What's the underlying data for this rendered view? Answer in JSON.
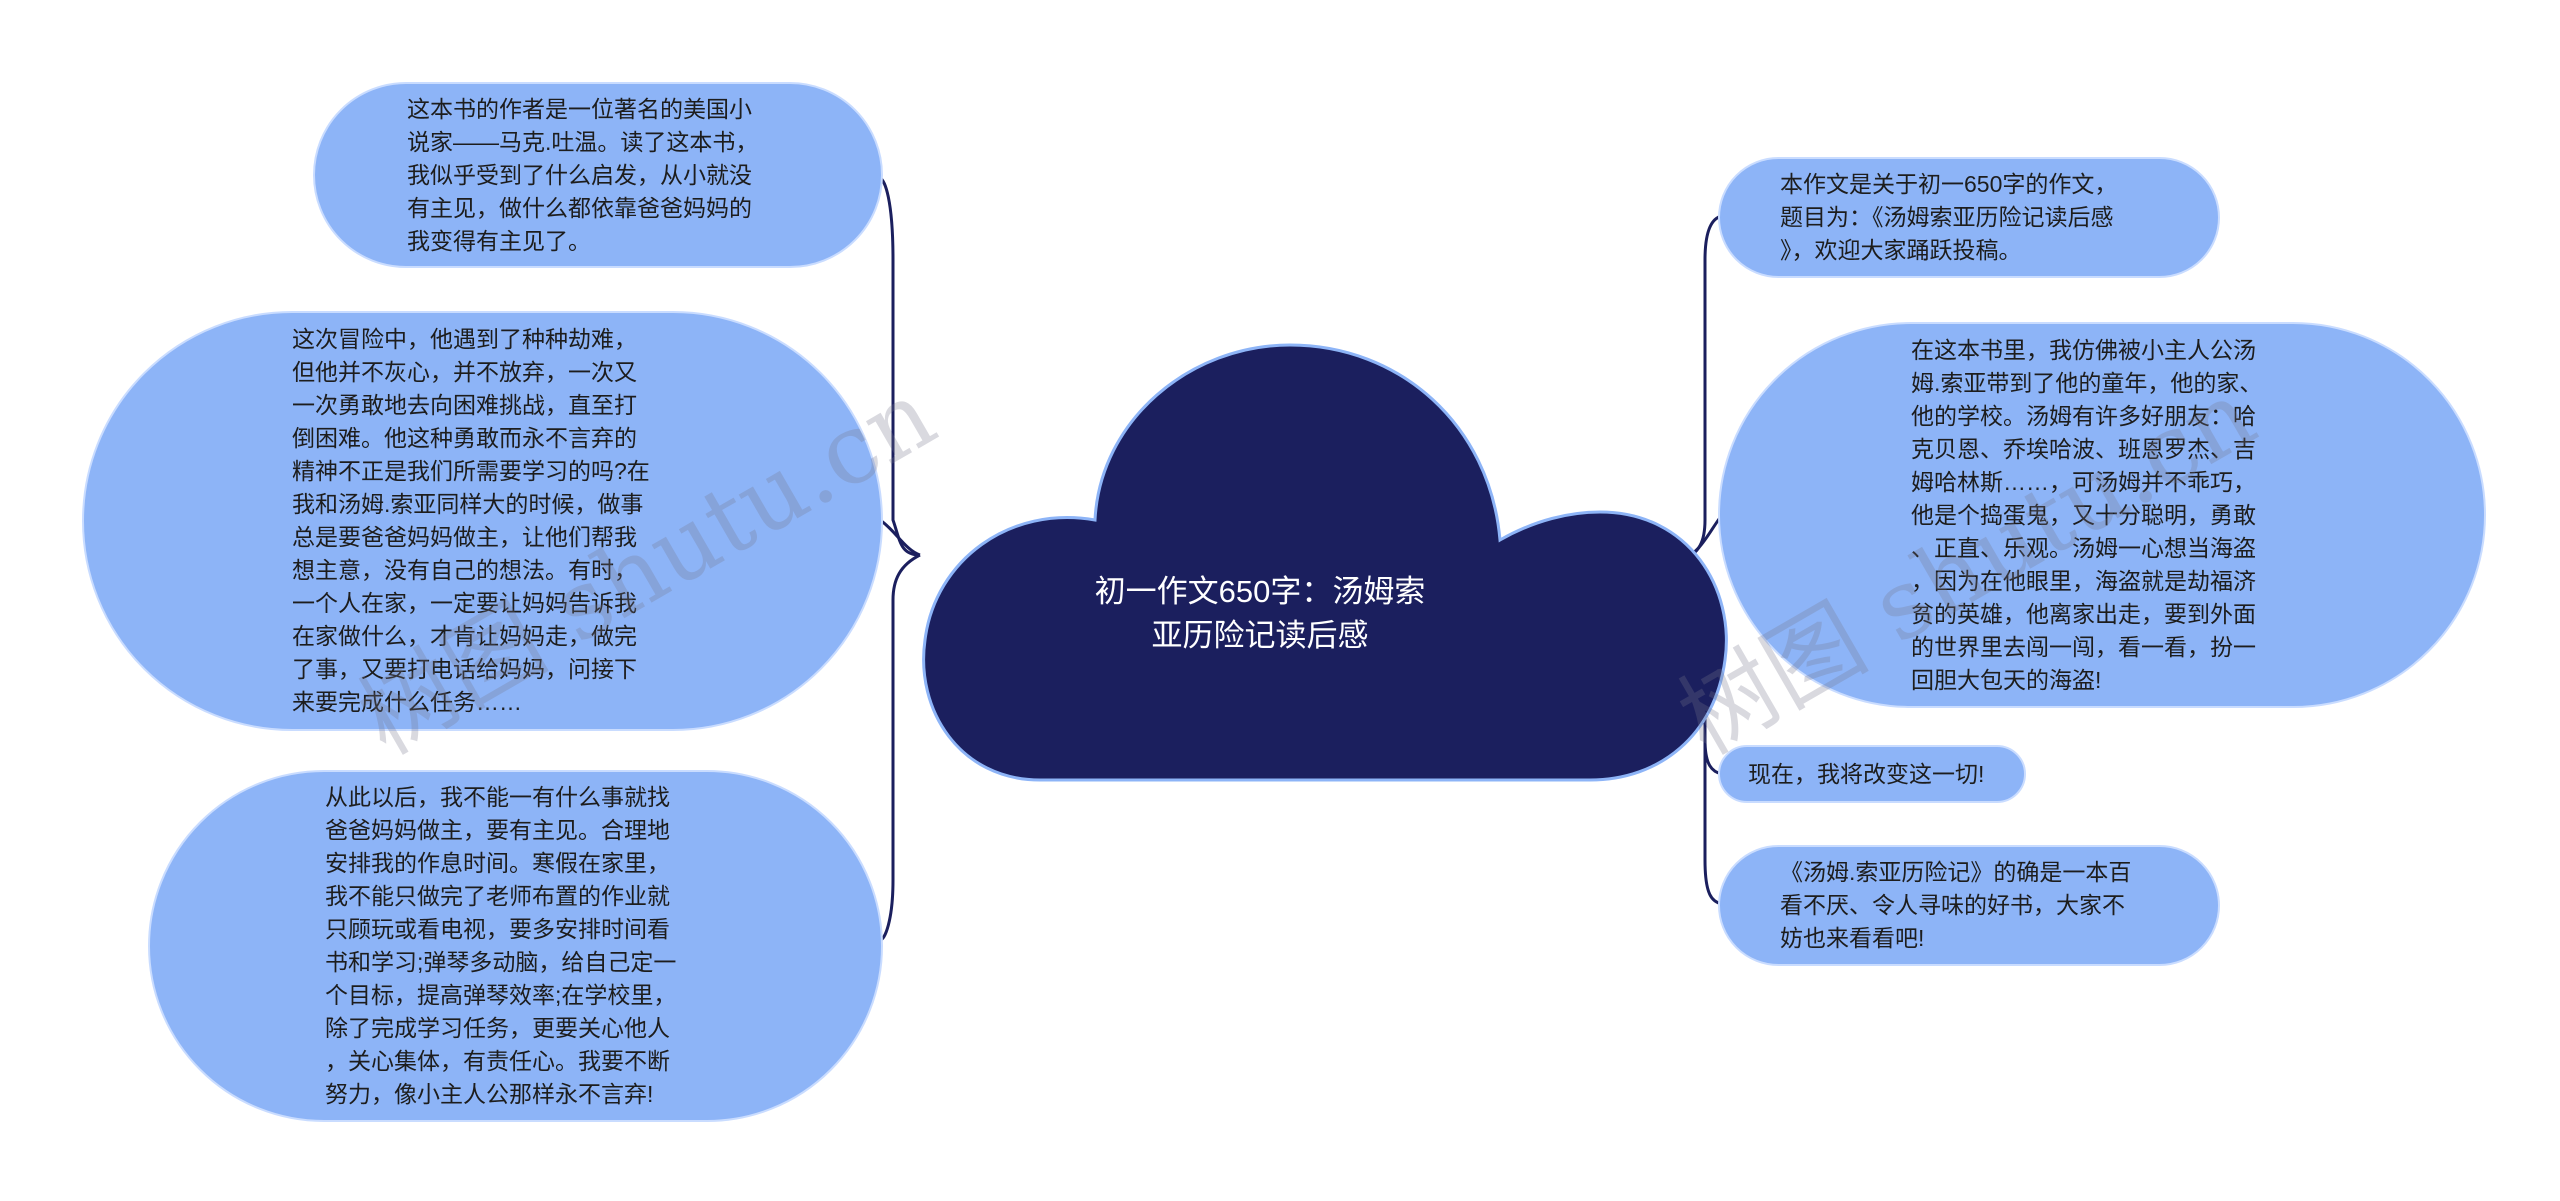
{
  "center": {
    "title": "初一作文650字：汤姆索\n亚历险记读后感",
    "fill": "#1b1f5e"
  },
  "colors": {
    "node_fill": "#8db4f7",
    "link": "#1b1f5e"
  },
  "left_nodes": [
    {
      "text": "这本书的作者是一位著名的美国小\n说家——马克.吐温。读了这本书，\n我似乎受到了什么启发，从小就没\n有主见，做什么都依靠爸爸妈妈的\n我变得有主见了。"
    },
    {
      "text": "这次冒险中，他遇到了种种劫难，\n但他并不灰心，并不放弃，一次又\n一次勇敢地去向困难挑战，直至打\n倒困难。他这种勇敢而永不言弃的\n精神不正是我们所需要学习的吗?在\n我和汤姆.索亚同样大的时候，做事\n总是要爸爸妈妈做主，让他们帮我\n想主意，没有自己的想法。有时，\n一个人在家，一定要让妈妈告诉我\n在家做什么，才肯让妈妈走，做完\n了事，又要打电话给妈妈，问接下\n来要完成什么任务……"
    },
    {
      "text": "从此以后，我不能一有什么事就找\n爸爸妈妈做主，要有主见。合理地\n安排我的作息时间。寒假在家里，\n我不能只做完了老师布置的作业就\n只顾玩或看电视，要多安排时间看\n书和学习;弹琴多动脑，给自己定一\n个目标，提高弹琴效率;在学校里，\n除了完成学习任务，更要关心他人\n，关心集体，有责任心。我要不断\n努力，像小主人公那样永不言弃!"
    }
  ],
  "right_nodes": [
    {
      "text": "本作文是关于初一650字的作文，\n题目为：《汤姆索亚历险记读后感\n》，欢迎大家踊跃投稿。"
    },
    {
      "text": "在这本书里，我仿佛被小主人公汤\n姆.索亚带到了他的童年，他的家、\n他的学校。汤姆有许多好朋友：哈\n克贝恩、乔埃哈波、班恩罗杰、吉\n姆哈林斯……，可汤姆并不乖巧，\n他是个捣蛋鬼，又十分聪明，勇敢\n、正直、乐观。汤姆一心想当海盗\n，因为在他眼里，海盗就是劫福济\n贫的英雄，他离家出走，要到外面\n的世界里去闯一闯，看一看，扮一\n回胆大包天的海盗!"
    },
    {
      "text": "现在，我将改变这一切!"
    },
    {
      "text": "《汤姆.索亚历险记》的确是一本百\n看不厌、令人寻味的好书，大家不\n妨也来看看吧!"
    }
  ],
  "watermarks": [
    {
      "text": "树图 shutu.cn"
    },
    {
      "text": "树图 shutu.cn"
    }
  ]
}
